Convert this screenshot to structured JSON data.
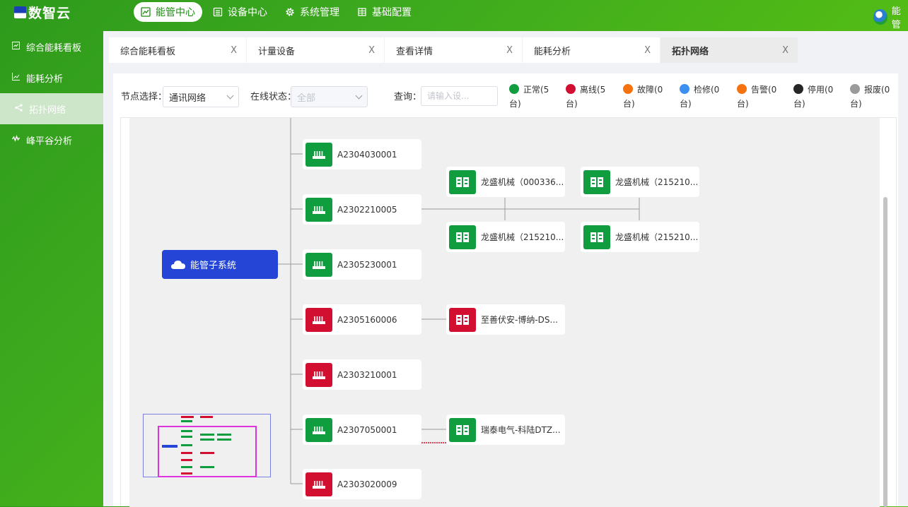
{
  "app": {
    "brand": "数智云",
    "user": "能管"
  },
  "nav": [
    {
      "label": "能管中心",
      "icon": "chart-line-icon",
      "active": true
    },
    {
      "label": "设备中心",
      "icon": "list-icon",
      "active": false
    },
    {
      "label": "系统管理",
      "icon": "gear-icon",
      "active": false
    },
    {
      "label": "基础配置",
      "icon": "grid-icon",
      "active": false
    }
  ],
  "sidebar": [
    {
      "label": "综合能耗看板",
      "icon": "board-icon",
      "active": false
    },
    {
      "label": "能耗分析",
      "icon": "chart-icon",
      "active": false
    },
    {
      "label": "拓扑网络",
      "icon": "share-icon",
      "active": true
    },
    {
      "label": "峰平谷分析",
      "icon": "wave-icon",
      "active": false
    }
  ],
  "tabs": [
    {
      "label": "综合能耗看板",
      "close": "X",
      "active": false
    },
    {
      "label": "计量设备",
      "close": "X",
      "active": false
    },
    {
      "label": "查看详情",
      "close": "X",
      "active": false
    },
    {
      "label": "能耗分析",
      "close": "X",
      "active": false
    },
    {
      "label": "拓扑网络",
      "close": "X",
      "active": true
    }
  ],
  "filters": {
    "node_label": "节点选择：",
    "node_value": "通讯网络",
    "status_label": "在线状态：",
    "status_value": "全部",
    "query_label": "查询：",
    "query_placeholder": "请输入设..."
  },
  "legend": [
    {
      "line1": "正常(5",
      "line2": "台)",
      "color": "#0f9d3f"
    },
    {
      "line1": "离线(5",
      "line2": "台)",
      "color": "#d20e31"
    },
    {
      "line1": "故障(0",
      "line2": "台)",
      "color": "#f5720f"
    },
    {
      "line1": "检修(0",
      "line2": "台)",
      "color": "#3b8ff0"
    },
    {
      "line1": "告警(0",
      "line2": "台)",
      "color": "#f5720f"
    },
    {
      "line1": "停用(0",
      "line2": "台)",
      "color": "#262626"
    },
    {
      "line1": "报废(0",
      "line2": "台)",
      "color": "#9a9a9a"
    }
  ],
  "topology": {
    "root": "能管子系统",
    "gateways": [
      {
        "label": "A2304030001",
        "status": "online"
      },
      {
        "label": "A2302210005",
        "status": "online"
      },
      {
        "label": "A2305230001",
        "status": "online"
      },
      {
        "label": "A2305160006",
        "status": "offline"
      },
      {
        "label": "A2303210001",
        "status": "offline"
      },
      {
        "label": "A2307050001",
        "status": "online"
      },
      {
        "label": "A2303020009",
        "status": "offline"
      }
    ],
    "meters": [
      {
        "label": "龙盛机械（000336...",
        "status": "online"
      },
      {
        "label": "龙盛机械（215210...",
        "status": "online"
      },
      {
        "label": "龙盛机械（215210...",
        "status": "online"
      },
      {
        "label": "龙盛机械（215210...",
        "status": "online"
      },
      {
        "label": "至善伏安-博纳-DS...",
        "status": "offline"
      },
      {
        "label": "瑞泰电气-科陆DTZ...",
        "status": "online"
      }
    ]
  }
}
